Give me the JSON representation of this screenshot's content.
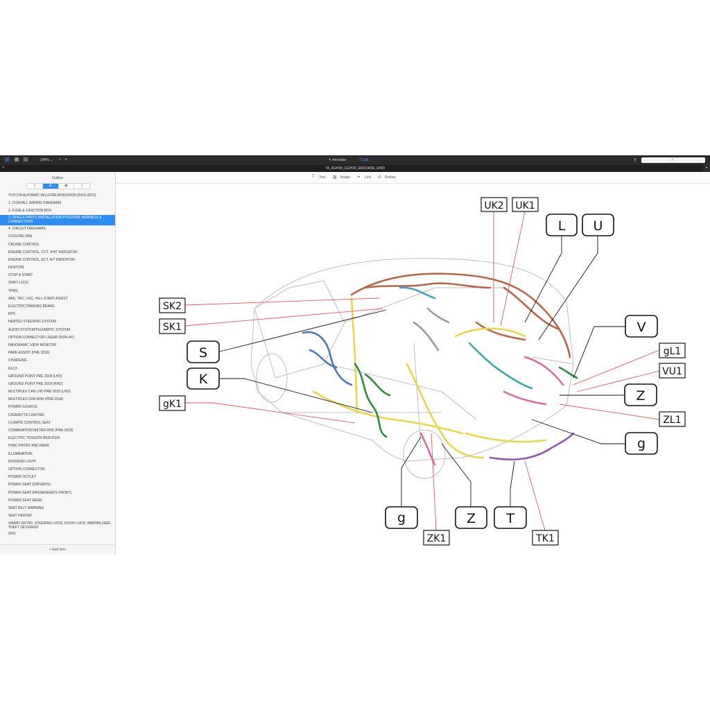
{
  "toolbar": {
    "zoom": "184%",
    "zoom_minus": "−",
    "zoom_plus": "+",
    "annotate_label": "Annotate",
    "edit_label": "Edit",
    "search_placeholder": ""
  },
  "titlebar": {
    "document_title": "TA_AGH30_GGH30_EM31W2E_EWD"
  },
  "sidebar": {
    "title": "Outline",
    "add_item_label": "+ Add Item",
    "items": [
      "TOYOTA ALPHARD VELLFIRE AH30/GH30 (2015-2021)",
      "1. OVERALL WIRING DIAGRAMS",
      "2. FUSE & JUNCTION BOX",
      "3. SINGLE PARTS INSTALLATION POSITION, HARNESS & CONNECTORS",
      "4. CIRCUIT DIAGRAMS",
      "COOLING FAN",
      "CRUISE CONTROL",
      "ENGINE CONTROL, CVT, SHIT INDICATOR",
      "ENGINE CONTROL, ECT, A/T INDICATOR",
      "IGNITION",
      "STOP & START",
      "SHIFT LOCK",
      "TPMS",
      "ABS, TRC, VSC, HILL-START ASSIST",
      "ELECTRIC PARKING BRAKE",
      "EPS",
      "HEATED STEERING SYSTEM",
      "AUDIO SYSTEM/TELEMATIC SYSTEM",
      "OPTION CONNECTOR ( REAR DISPLAY)",
      "PANORAMIC VIEW MONITOR",
      "PARK ASSIST (PRE 2018)",
      "CHARGING",
      "DLC3",
      "GROUND POINT PRE 2018 (LHD)",
      "GROUND POINT PRE 2018 (RHD)",
      "MULTIPLEX CAN LHD PRE 2018 (LHD)",
      "MULTIPLEX CAN RHD (PRE 2018)",
      "POWER SOURCE",
      "CIGARETTE LIGHTER",
      "CLIMATE CONTROL SEAT",
      "COMBINATION METER RHD (PRE 2018)",
      "ELECTRIC TENSION REDUCER",
      "HVAC FRONT AND REAR",
      "ILLUMINATION",
      "INTERIOR LIGHT",
      "OPTION CONNECTOR",
      "POWER OUTLET",
      "POWER SEAT (DRIVER'S)",
      "POWER SEAT (PASSENGER'S FRONT)",
      "POWER SEAT REAR",
      "SEAT BELT WARNING",
      "SEAT HEATER",
      "SMART ENTRY, STEERING LOCK, DOOR LOCK, IMMOBILISER, THEFT DETERENT",
      "SRS"
    ],
    "selected_index": 3
  },
  "edit_bar": {
    "text_label": "Text",
    "image_label": "Image",
    "link_label": "Link",
    "redact_label": "Redact"
  },
  "diagram": {
    "labels": {
      "UK2": "UK2",
      "UK1": "UK1",
      "L": "L",
      "U": "U",
      "SK2": "SK2",
      "SK1": "SK1",
      "S": "S",
      "K": "K",
      "gK1": "gK1",
      "V": "V",
      "gL1": "gL1",
      "VU1": "VU1",
      "Z_right": "Z",
      "ZL1": "ZL1",
      "g_right": "g",
      "g_bottom": "g",
      "Z_bottom": "Z",
      "T": "T",
      "ZK1": "ZK1",
      "TK1": "TK1"
    },
    "colors": {
      "harness_brown": "#b5674a",
      "harness_yellow": "#e8d44d",
      "harness_green": "#2e8b3e",
      "harness_blue": "#4a78b5",
      "harness_teal": "#3aa7a8",
      "harness_pink": "#d86b9e",
      "harness_purple": "#8e5aa8",
      "leader_red": "#e05a5a",
      "leader_black": "#111111"
    }
  }
}
